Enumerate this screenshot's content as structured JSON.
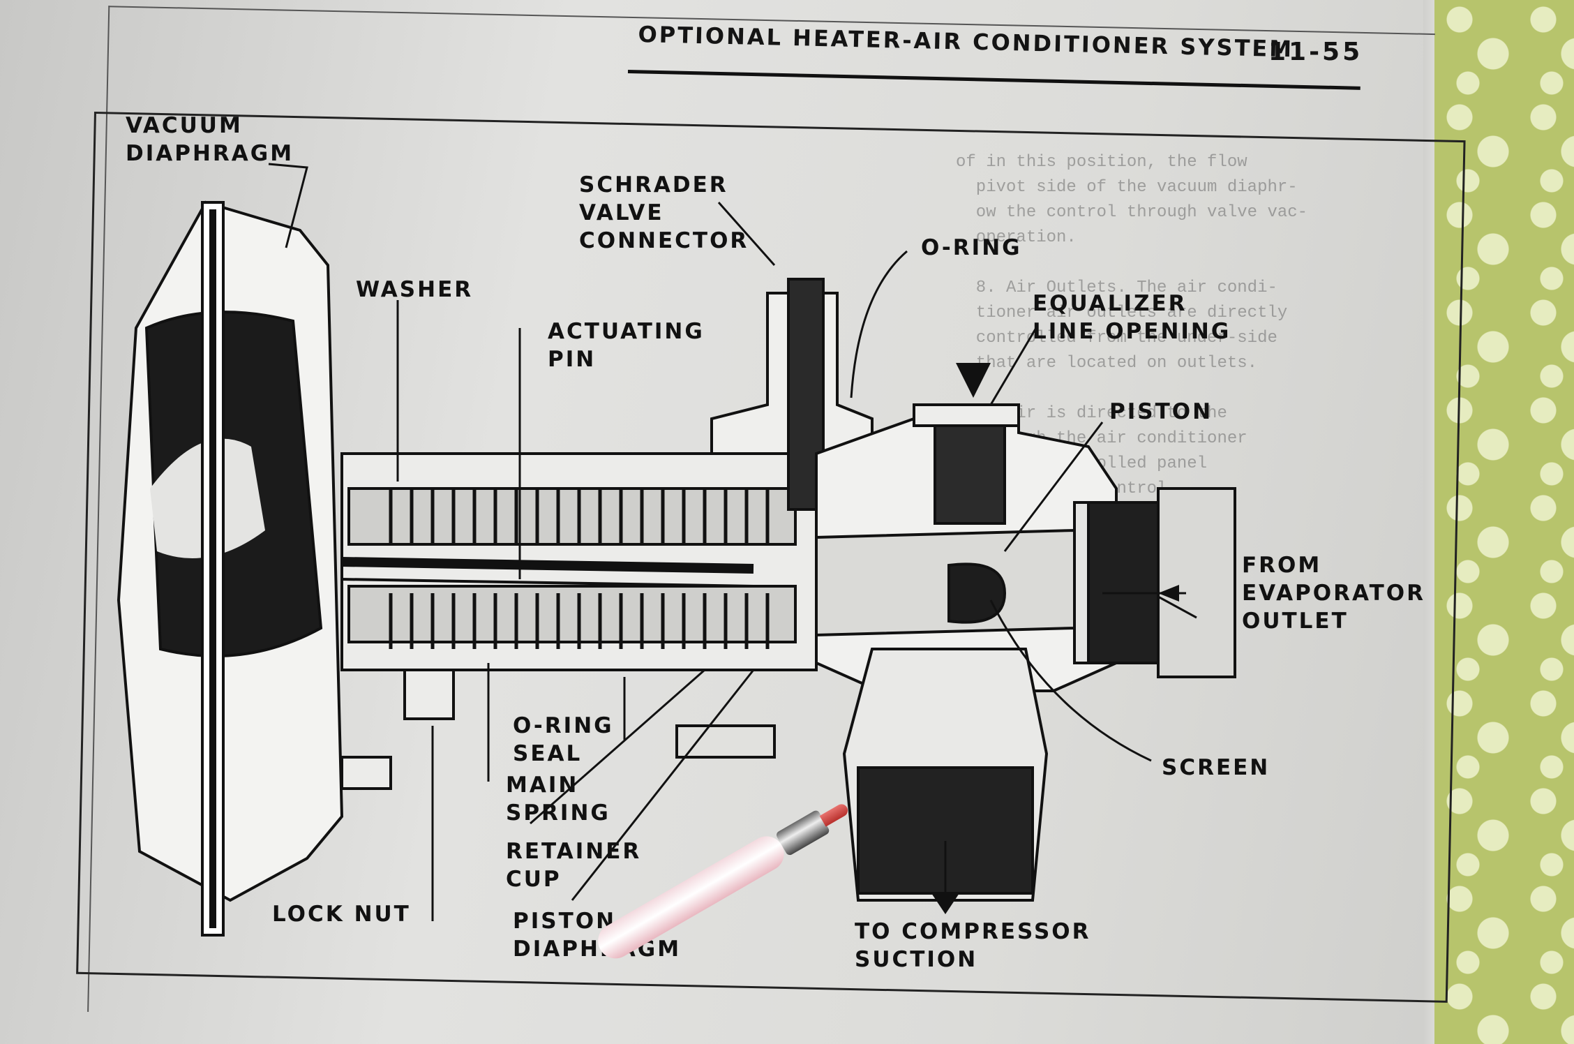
{
  "header": {
    "title": "OPTIONAL HEATER-AIR CONDITIONER SYSTEM",
    "page": "11-55"
  },
  "labels": {
    "vacuum_diaphragm": "VACUUM\nDIAPHRAGM",
    "washer": "WASHER",
    "actuating_pin": "ACTUATING\nPIN",
    "schrader": "SCHRADER\nVALVE\nCONNECTOR",
    "o_ring": "O-RING",
    "equalizer": "EQUALIZER\nLINE OPENING",
    "piston": "PISTON",
    "from_evaporator": "FROM\nEVAPORATOR\nOUTLET",
    "o_ring_seal": "O-RING\nSEAL",
    "main_spring": "MAIN\nSPRING",
    "retainer_cup": "RETAINER\nCUP",
    "piston_diaphragm": "PISTON\nDIAPHRAGM",
    "lock_nut": "LOCK NUT",
    "screen": "SCREEN",
    "to_compressor": "TO COMPRESSOR\nSUCTION"
  },
  "show_through_text": {
    "right_column": "of in this position, the flow\n  pivot side of the vacuum diaphr-\n  ow the control through valve vac-\n  operation.\n\n  8. Air Outlets. The air condi-\n  tioner air outlets are directly\n  controlled from the under-side\n  that are located on outlets.\n\n  A. Air is directed to the\n  through the air conditioner\n  and is controlled panel\n  grip of the control...\n  instrument panel"
  }
}
